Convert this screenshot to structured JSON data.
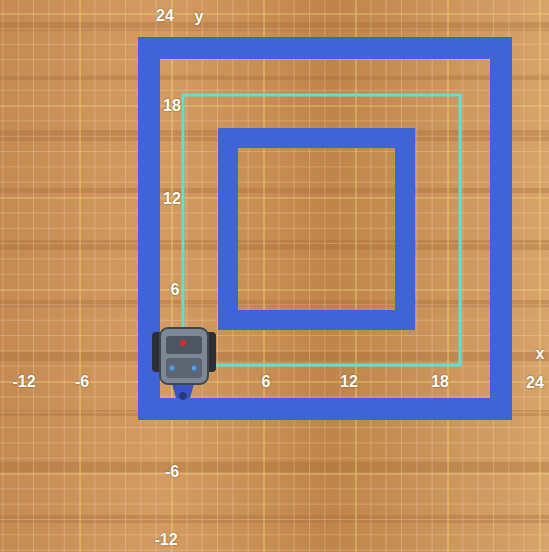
{
  "diagram": {
    "labels": [
      "24",
      "y",
      "18",
      "12",
      "6",
      "-12",
      "-6",
      "6",
      "12",
      "18",
      "x",
      "24",
      "-6",
      "-12"
    ]
  }
}
